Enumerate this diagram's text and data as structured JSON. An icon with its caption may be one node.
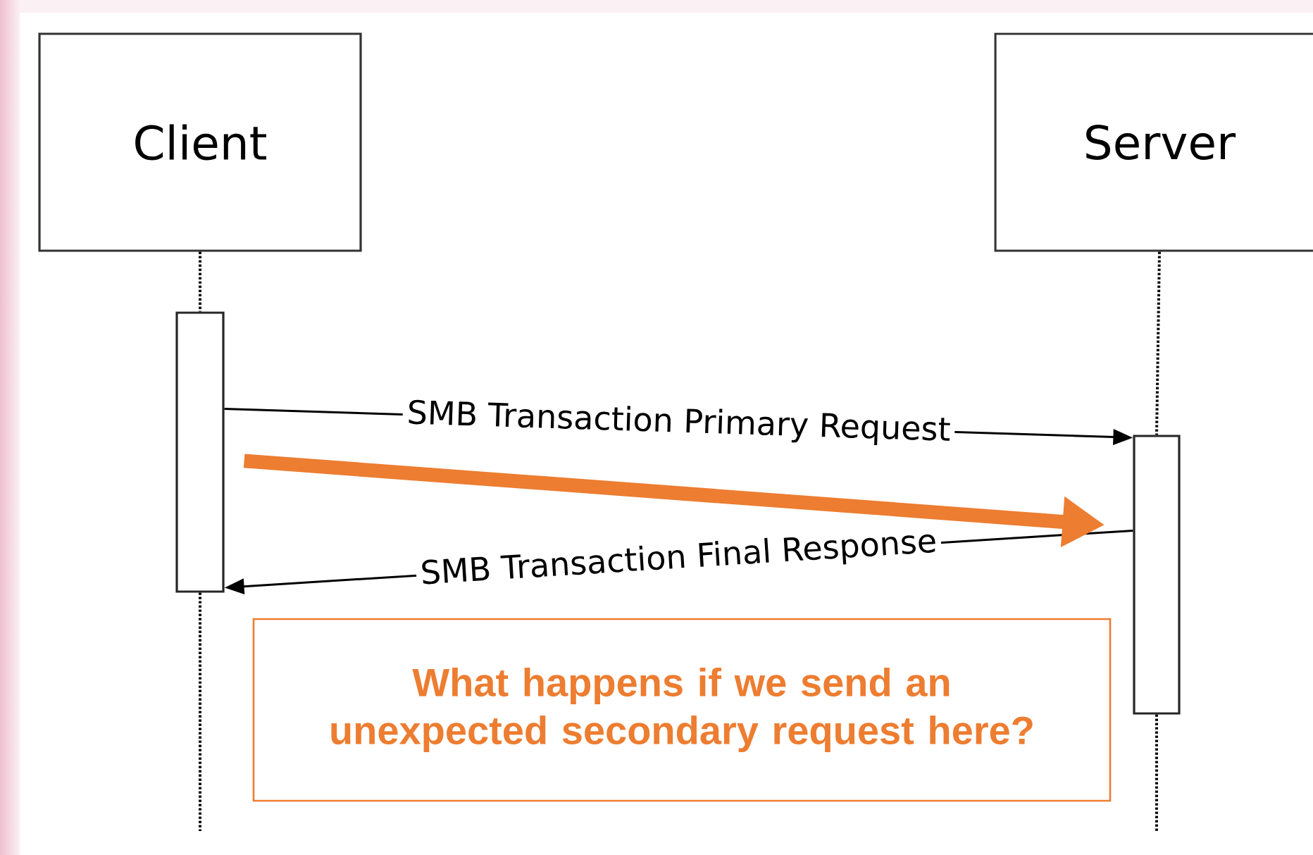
{
  "diagram": {
    "nodes": [
      {
        "text": [
          "Client"
        ]
      },
      {
        "text": [
          "Server"
        ]
      },
      {
        "text": [],
        "shape": "bar"
      },
      {
        "text": [],
        "shape": "bar"
      },
      {
        "text": [
          "What happens if we send an unexpected secondary request here?"
        ]
      }
    ],
    "edges": [
      {
        "from": 0,
        "to": 2,
        "arrow": "none",
        "style": "dashed"
      },
      {
        "from": 1,
        "to": 3,
        "arrow": "none",
        "style": "dashed"
      },
      {
        "from": 2,
        "to": 3,
        "arrow": "to",
        "label": "SMB Transaction Primary Request"
      },
      {
        "from": 3,
        "to": 2,
        "arrow": "to",
        "label": "SMB Transaction Final Response"
      },
      {
        "from": 2,
        "to": 3,
        "arrow": "to",
        "style": "thick",
        "color": "#ed7d31"
      },
      {
        "from": 2,
        "to": null,
        "arrow": "none",
        "style": "dashed"
      },
      {
        "from": 3,
        "to": null,
        "arrow": "none",
        "style": "dashed"
      }
    ]
  }
}
